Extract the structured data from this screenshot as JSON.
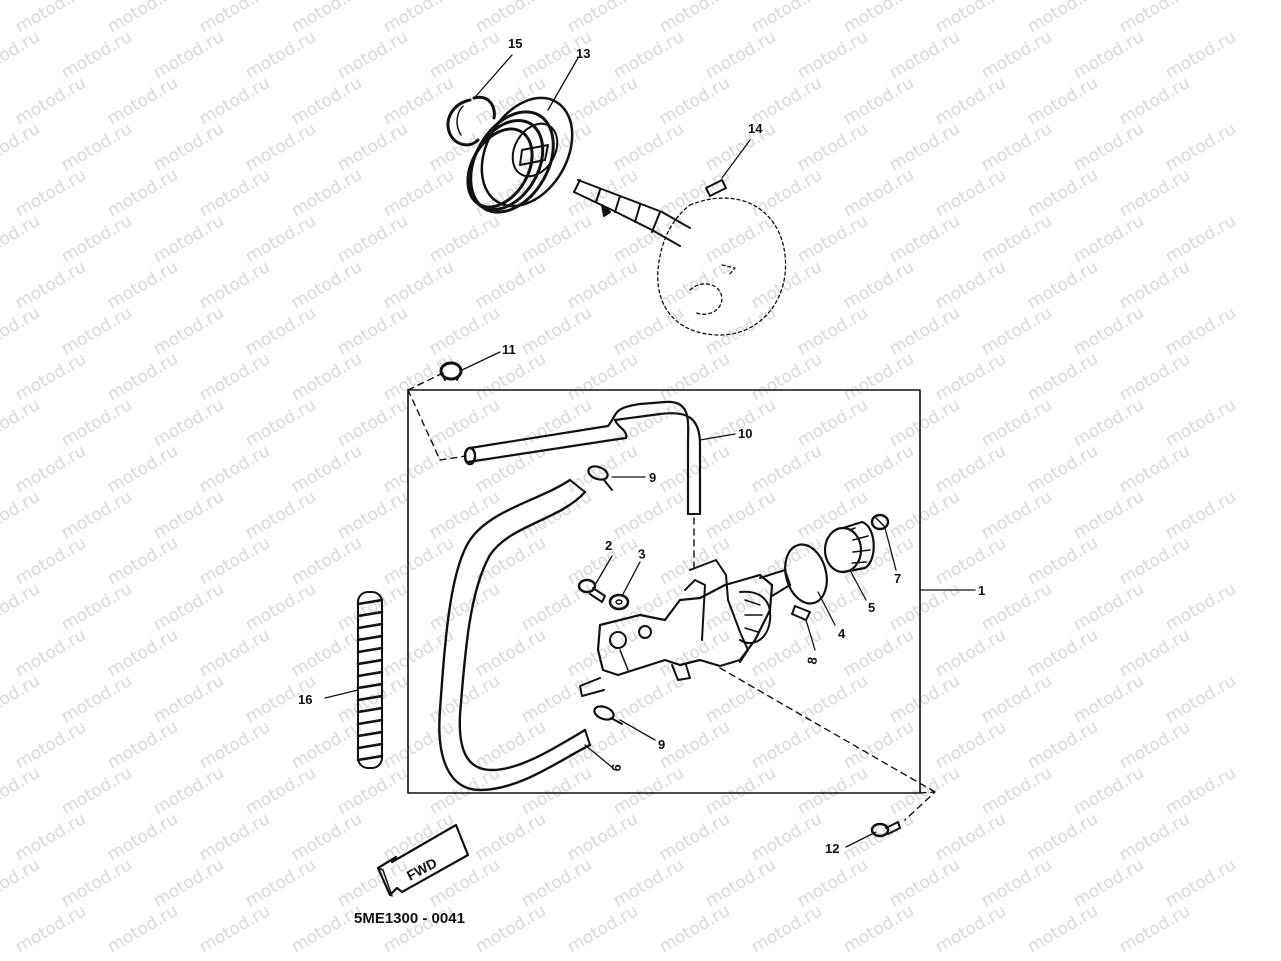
{
  "watermark": {
    "text": "motod.ru"
  },
  "drawing_code": "5ME1300 - 0041",
  "fwd_label": "FWD",
  "callouts": [
    {
      "id": "c1",
      "label": "1"
    },
    {
      "id": "c2",
      "label": "2"
    },
    {
      "id": "c3",
      "label": "3"
    },
    {
      "id": "c4",
      "label": "4"
    },
    {
      "id": "c5",
      "label": "5"
    },
    {
      "id": "c6",
      "label": "6"
    },
    {
      "id": "c7",
      "label": "7"
    },
    {
      "id": "c8",
      "label": "8"
    },
    {
      "id": "c9a",
      "label": "9"
    },
    {
      "id": "c9b",
      "label": "9"
    },
    {
      "id": "c10",
      "label": "10"
    },
    {
      "id": "c11",
      "label": "11"
    },
    {
      "id": "c12",
      "label": "12"
    },
    {
      "id": "c13",
      "label": "13"
    },
    {
      "id": "c14",
      "label": "14"
    },
    {
      "id": "c15",
      "label": "15"
    },
    {
      "id": "c16",
      "label": "16"
    }
  ]
}
